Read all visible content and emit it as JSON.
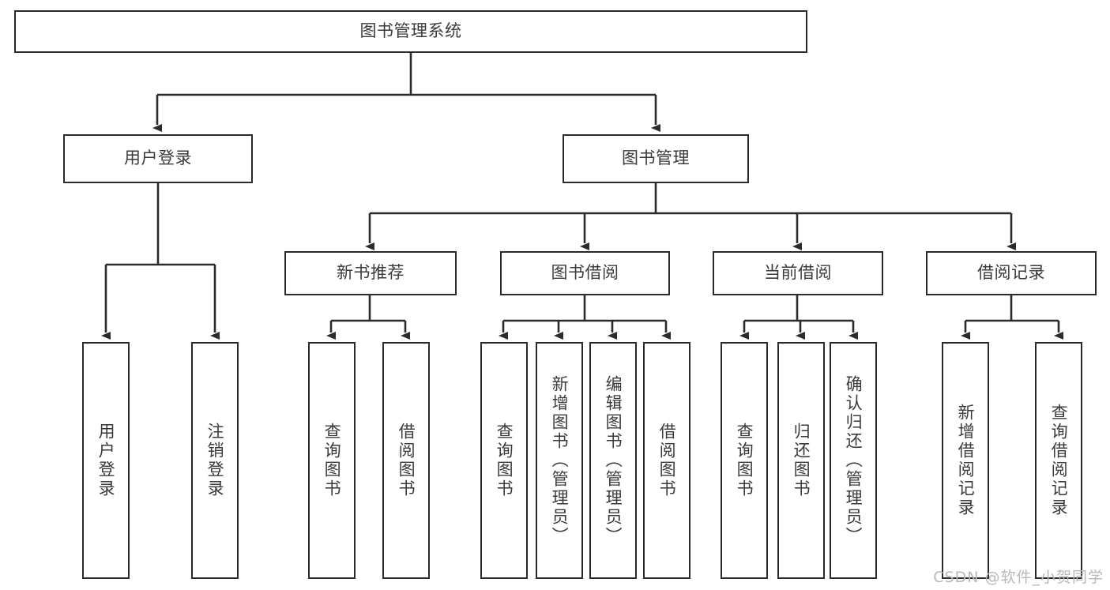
{
  "diagram": {
    "title": "图书管理系统",
    "watermark": "CSDN @软件_小贺同学",
    "stroke_color": "#2b2b2b",
    "text_color": "#3a3a3a",
    "background_color": "#ffffff",
    "watermark_color": "#b8b8b8"
  },
  "nodes": {
    "root": {
      "label": "图书管理系统"
    },
    "level2": [
      {
        "label": "用户登录"
      },
      {
        "label": "图书管理"
      }
    ],
    "level3": [
      {
        "label": "新书推荐"
      },
      {
        "label": "图书借阅"
      },
      {
        "label": "当前借阅"
      },
      {
        "label": "借阅记录"
      }
    ],
    "leaves": {
      "user_login": [
        {
          "label": "用户登录"
        },
        {
          "label": "注销登录"
        }
      ],
      "new_book_recommend": [
        {
          "label": "查询图书"
        },
        {
          "label": "借阅图书"
        }
      ],
      "book_borrow": [
        {
          "label": "查询图书"
        },
        {
          "label": "新增图书（管理员）"
        },
        {
          "label": "编辑图书（管理员）"
        },
        {
          "label": "借阅图书"
        }
      ],
      "current_borrow": [
        {
          "label": "查询图书"
        },
        {
          "label": "归还图书"
        },
        {
          "label": "确认归还（管理员）"
        }
      ],
      "borrow_record": [
        {
          "label": "新增借阅记录"
        },
        {
          "label": "查询借阅记录"
        }
      ]
    }
  }
}
